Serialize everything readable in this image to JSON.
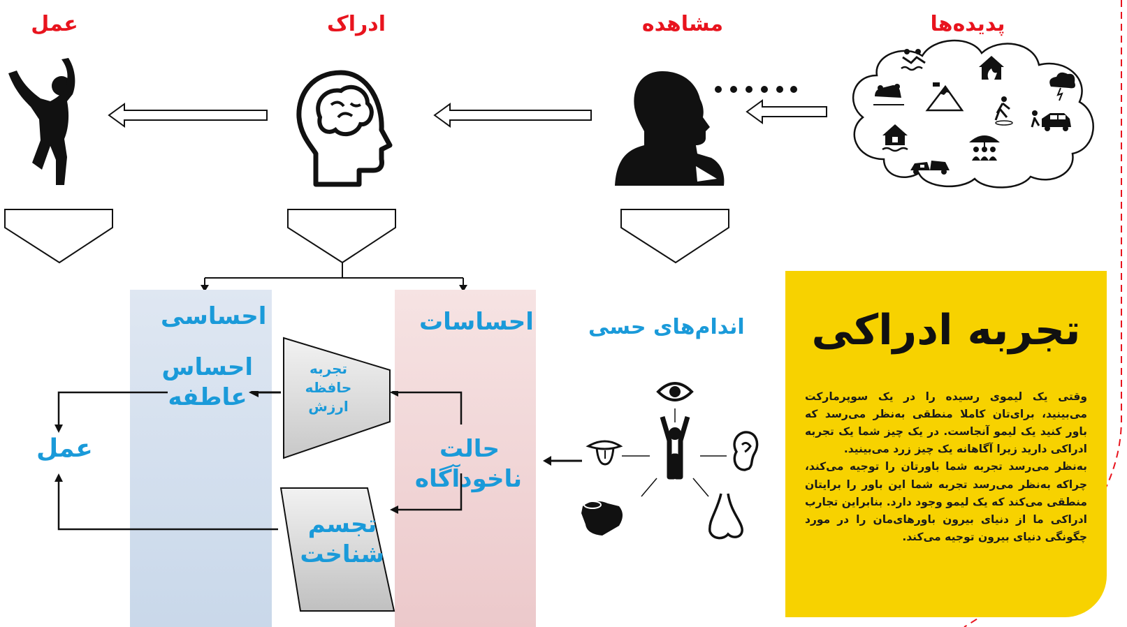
{
  "stages": {
    "phenomena": "پدیده‌ها",
    "observation": "مشاهده",
    "perception": "ادراک",
    "action": "عمل"
  },
  "sensory_organs": "اندام‌های حسی",
  "sensations": "احساسات",
  "emotional": "احساسی",
  "feeling_emotion": [
    "احساس",
    "عاطفه"
  ],
  "action_label": "عمل",
  "memory_box": [
    "تجربه",
    "حافظه",
    "ارزش"
  ],
  "unconscious_state": [
    "حالت",
    "ناخودآگاه"
  ],
  "embodied_cognition": [
    "تجسم",
    "شناخت"
  ],
  "card": {
    "title": "تجربه ادراکی",
    "paragraph1": "وقتی یک لیموی رسیده را در یک سوپرمارکت می‌بینید، برای‌تان کاملا منطقی به‌نظر می‌رسد که باور کنید یک لیمو آنجاست. در یک چیز شما یک تجربه ادراکی دارید زیرا آگاهانه یک چیز زرد می‌بینید.",
    "paragraph2": "به‌نظر می‌رسد تجربه شما باورتان را توجیه می‌کند، چراکه به‌نظر می‌رسد تجربه شما این باور را برایتان منطقی می‌کند که یک لیمو وجود دارد. بنابراین تجارب ادراکی ما از دنیای بیرون باورهای‌مان را در مورد چگونگی دنیای بیرون توجیه می‌کند."
  },
  "colors": {
    "red": "#e8141e",
    "blue": "#1a9ad9",
    "yellow": "#f7d200"
  },
  "icons": [
    "flood-icon",
    "house-fire-icon",
    "storm-cloud-icon",
    "car-crash-icon",
    "mountain-icon",
    "slip-fall-icon",
    "car-accident-icon",
    "house-flood-icon",
    "umbrella-family-icon",
    "collision-icon",
    "observer-head-icon",
    "brain-head-icon",
    "jumping-person-icon",
    "eye-icon",
    "ear-icon",
    "nose-icon",
    "tongue-icon",
    "hand-icon",
    "person-icon"
  ]
}
